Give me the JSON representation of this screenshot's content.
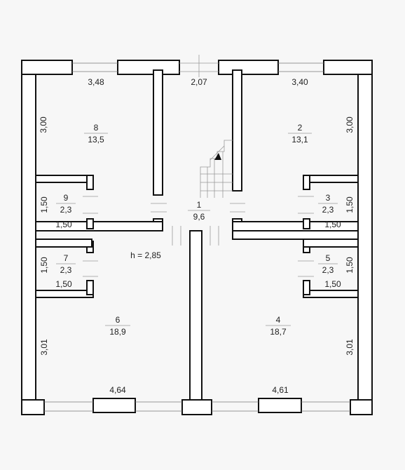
{
  "rooms": [
    {
      "id": "r8",
      "number": "8",
      "area": "13,5"
    },
    {
      "id": "r2",
      "number": "2",
      "area": "13,1"
    },
    {
      "id": "r9",
      "number": "9",
      "area": "2,3"
    },
    {
      "id": "r1",
      "number": "1",
      "area": "9,6"
    },
    {
      "id": "r3",
      "number": "3",
      "area": "2,3"
    },
    {
      "id": "r7",
      "number": "7",
      "area": "2,3"
    },
    {
      "id": "r5",
      "number": "5",
      "area": "2,3"
    },
    {
      "id": "r6",
      "number": "6",
      "area": "18,9"
    },
    {
      "id": "r4",
      "number": "4",
      "area": "18,7"
    }
  ],
  "dimensions": {
    "top_left_width": "3,48",
    "top_center_width": "2,07",
    "top_right_width": "3,40",
    "room8_height": "3,00",
    "room2_height": "3,00",
    "room9_height": "1,50",
    "room9_width": "1,50",
    "room3_height": "1,50",
    "room3_width": "1,50",
    "room7_height": "1,50",
    "room7_width": "1,50",
    "room5_height": "1,50",
    "room5_width": "1,50",
    "room6_height": "3,01",
    "room4_height": "3,01",
    "bottom_left_width": "4,64",
    "bottom_right_width": "4,61"
  },
  "ceiling_height": "h = 2,85"
}
